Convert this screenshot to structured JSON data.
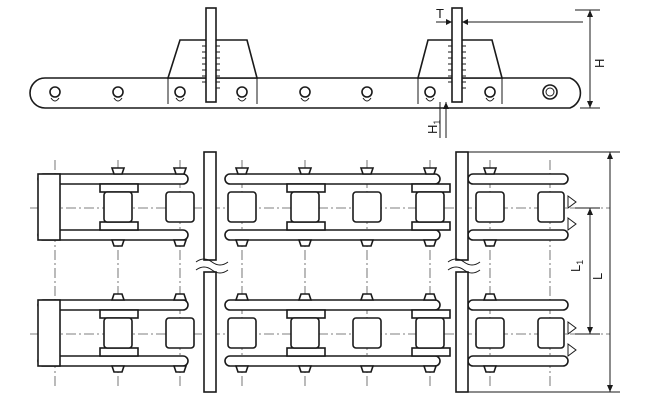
{
  "labels": {
    "T": "T",
    "H": "H",
    "H1": "H",
    "H1_sub": "1",
    "L1": "L",
    "L1_sub": "1",
    "L": "L"
  }
}
